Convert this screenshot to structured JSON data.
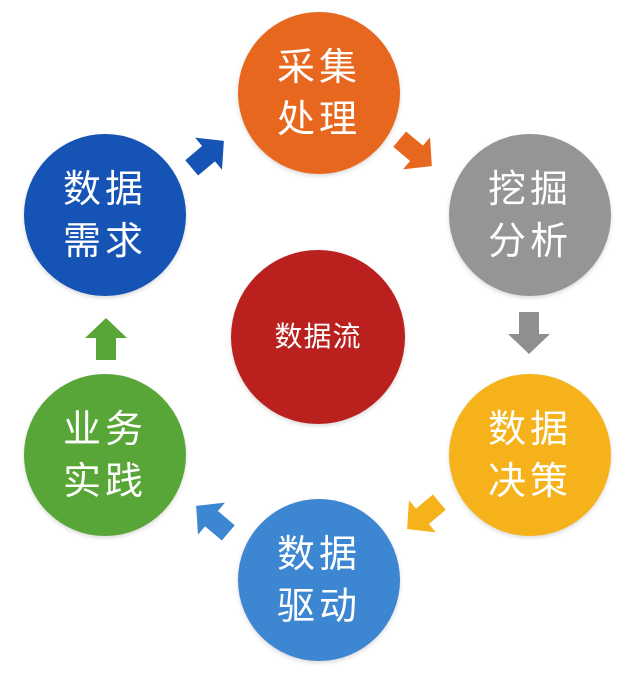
{
  "nodes": {
    "collect": {
      "line1": "采集",
      "line2": "处理",
      "color": "#E8671E"
    },
    "mine": {
      "line1": "挖掘",
      "line2": "分析",
      "color": "#959595"
    },
    "decide": {
      "line1": "数据",
      "line2": "决策",
      "color": "#F5B21A"
    },
    "drive": {
      "line1": "数据",
      "line2": "驱动",
      "color": "#3C86D2"
    },
    "practice": {
      "line1": "业务",
      "line2": "实践",
      "color": "#58A538"
    },
    "demand": {
      "line1": "数据",
      "line2": "需求",
      "color": "#1553B4"
    },
    "center": {
      "label": "数据流",
      "color": "#B9201E"
    }
  }
}
